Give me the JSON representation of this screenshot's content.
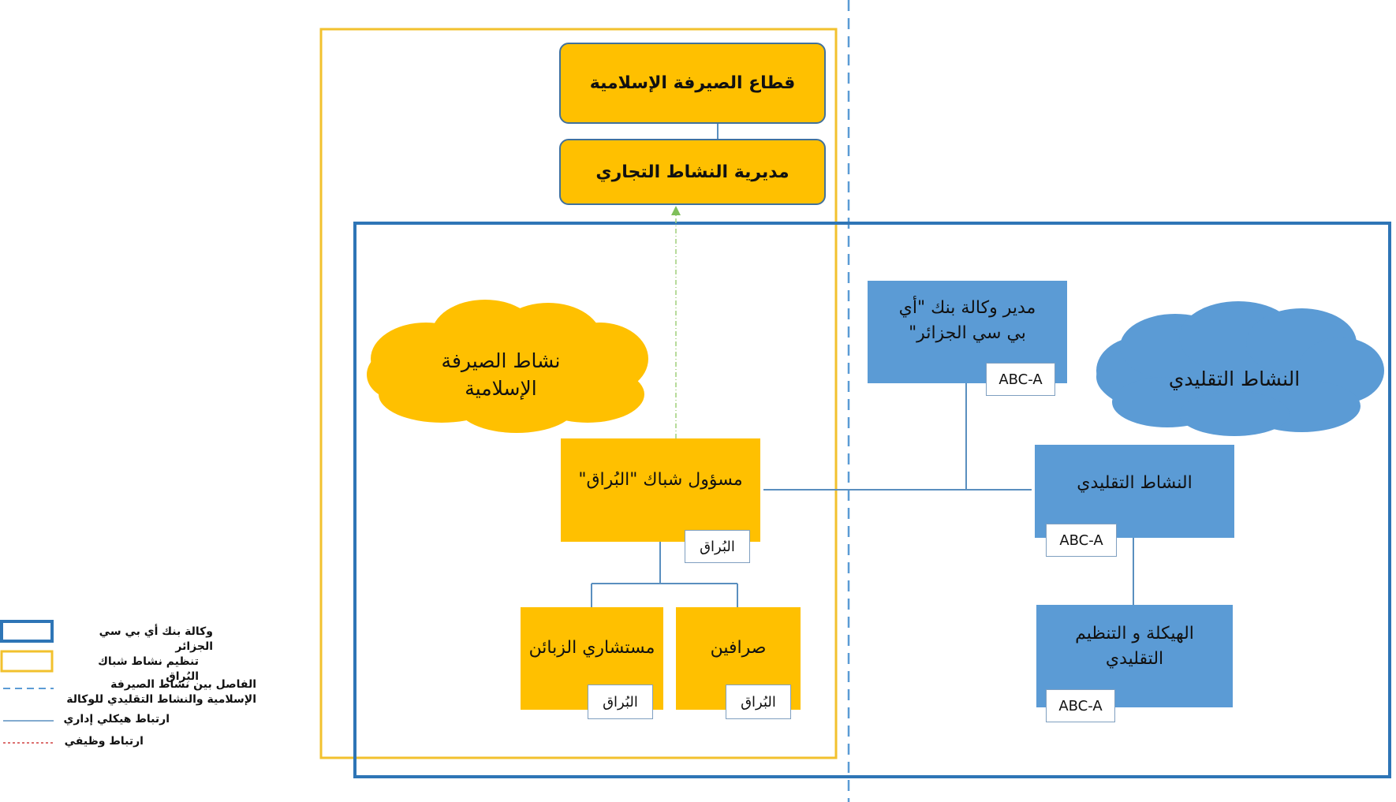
{
  "colors": {
    "islamic_fill": "#ffc000",
    "conventional_fill": "#5b9bd5",
    "agency_border": "#2e75b6",
    "islamic_border": "#f2c12e",
    "connector": "#5a8fbf",
    "functional_link": "#7fbf5a"
  },
  "headquarters": {
    "sector": "قطاع الصيرفة الإسلامية",
    "directorate": "مديرية النشاط التجاري"
  },
  "islamic": {
    "cloud_label": "نشاط الصيرفة الإسلامية",
    "manager": "مسؤول شباك \"البُراق\"",
    "manager_tag": "البُراق",
    "advisors": "مستشاري الزبائن",
    "advisors_tag": "البُراق",
    "cashiers": "صرافين",
    "cashiers_tag": "البُراق"
  },
  "conventional": {
    "cloud_label": "النشاط التقليدي",
    "agency_director": "مدير وكالة بنك \"أي بي سي الجزائر\"",
    "agency_director_tag": "ABC-A",
    "activity": "النشاط التقليدي",
    "activity_tag": "ABC-A",
    "structure": "الهيكلة و التنظيم التقليدي",
    "structure_tag": "ABC-A"
  },
  "legend": {
    "agency": "وكالة بنك أي بي سي الجزائر",
    "window": "تنظيم نشاط شباك البُراق",
    "separator": "الفاصل بين نشاط الصيرفة الإسلامية والنشاط التقليدي للوكالة",
    "structural_link": "ارتباط هيكلي إداري",
    "functional_link": "ارتباط وظيفي"
  }
}
